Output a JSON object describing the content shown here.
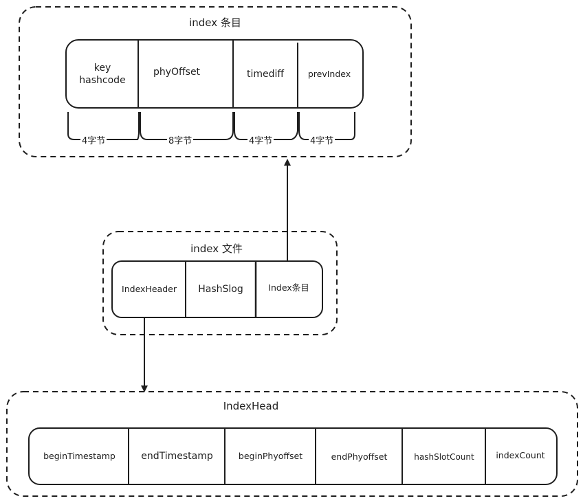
{
  "diagram": {
    "index_entry": {
      "title": "index 条目",
      "fields": [
        {
          "name": "key\nhashcode",
          "size": "4字节"
        },
        {
          "name": "phyOffset",
          "size": "8字节"
        },
        {
          "name": "timediff",
          "size": "4字节"
        },
        {
          "name": "prevIndex",
          "size": "4字节"
        }
      ]
    },
    "index_file": {
      "title": "index 文件",
      "sections": [
        "IndexHeader",
        "HashSlog",
        "Index条目"
      ]
    },
    "index_head": {
      "title": "IndexHead",
      "fields": [
        "beginTimestamp",
        "endTimestamp",
        "beginPhyoffset",
        "endPhyoffset",
        "hashSlotCount",
        "indexCount"
      ]
    },
    "arrows": [
      {
        "from": "index_file.Index条目",
        "to": "index_entry"
      },
      {
        "from": "index_file.IndexHeader",
        "to": "index_head"
      }
    ],
    "stroke_color": "#1e1e1e"
  }
}
